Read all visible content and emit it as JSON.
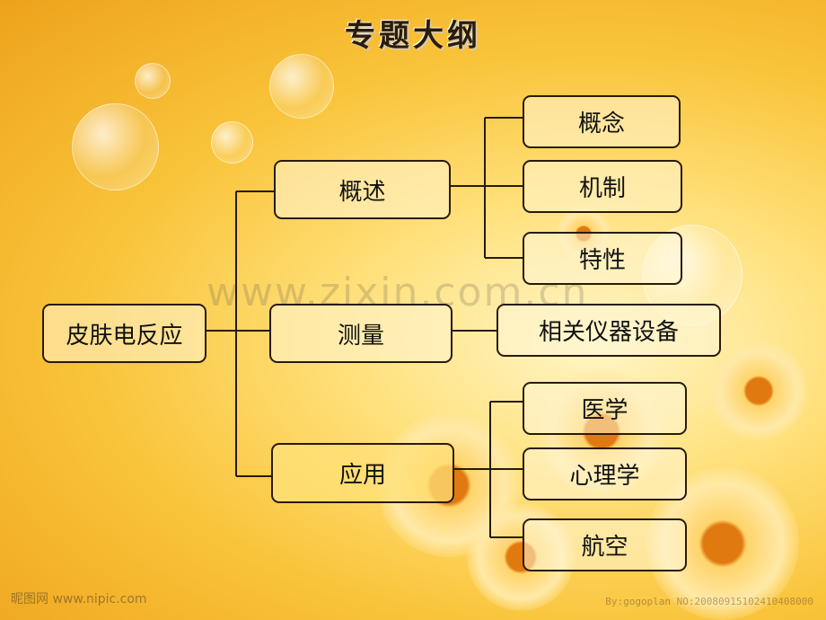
{
  "title": "专题大纲",
  "root": {
    "label": "皮肤电反应"
  },
  "branches": [
    {
      "label": "概述",
      "children": [
        "概念",
        "机制",
        "特性"
      ]
    },
    {
      "label": "测量",
      "children": [
        "相关仪器设备"
      ]
    },
    {
      "label": "应用",
      "children": [
        "医学",
        "心理学",
        "航空"
      ]
    }
  ],
  "watermark": "www.zixin.com.cn",
  "logo_left": "昵图网 www.nipic.com",
  "logo_right": "By:gogoplan NO:20080915102410408000",
  "colors": {
    "border": "#2a1a08",
    "background": "#f9c43a"
  }
}
